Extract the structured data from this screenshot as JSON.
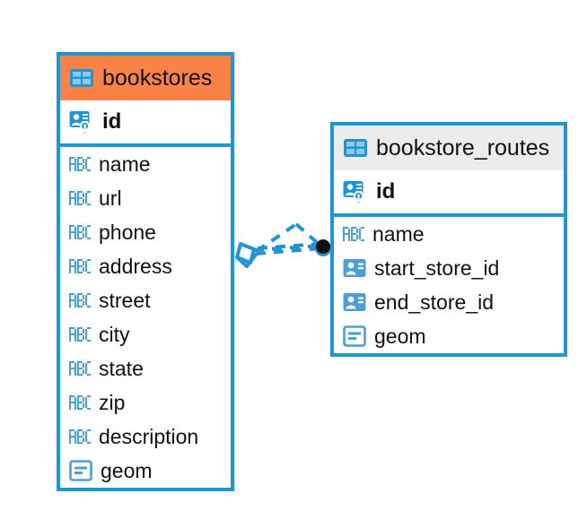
{
  "diagram": {
    "type": "entity-relationship-diagram",
    "background_color": "#ffffff",
    "accent_color": "#1f95d6",
    "highlight_color": "#f98346"
  },
  "entities": [
    {
      "name": "bookstores",
      "header_style": "accent-orange",
      "icon": "table-icon",
      "primary_key": {
        "label": "id",
        "icon": "primary-key-icon",
        "type": "pk"
      },
      "fields": [
        {
          "label": "name",
          "icon": "abc-text-icon",
          "type": "text"
        },
        {
          "label": "url",
          "icon": "abc-text-icon",
          "type": "text"
        },
        {
          "label": "phone",
          "icon": "abc-text-icon",
          "type": "text"
        },
        {
          "label": "address",
          "icon": "abc-text-icon",
          "type": "text"
        },
        {
          "label": "street",
          "icon": "abc-text-icon",
          "type": "text"
        },
        {
          "label": "city",
          "icon": "abc-text-icon",
          "type": "text"
        },
        {
          "label": "state",
          "icon": "abc-text-icon",
          "type": "text"
        },
        {
          "label": "zip",
          "icon": "abc-text-icon",
          "type": "text"
        },
        {
          "label": "description",
          "icon": "abc-text-icon",
          "type": "text"
        },
        {
          "label": "geom",
          "icon": "geometry-icon",
          "type": "geometry"
        }
      ]
    },
    {
      "name": "bookstore_routes",
      "header_style": "accent-gray",
      "icon": "table-icon",
      "primary_key": {
        "label": "id",
        "icon": "primary-key-icon",
        "type": "pk"
      },
      "fields": [
        {
          "label": "name",
          "icon": "abc-text-icon",
          "type": "text"
        },
        {
          "label": "start_store_id",
          "icon": "foreign-key-icon",
          "type": "fk"
        },
        {
          "label": "end_store_id",
          "icon": "foreign-key-icon",
          "type": "fk"
        },
        {
          "label": "geom",
          "icon": "geometry-icon",
          "type": "geometry"
        }
      ]
    }
  ],
  "relationship": {
    "name": "bookstores-to-bookstore-routes",
    "style": "dashed",
    "color": "#1f95d6",
    "source_marker": "crows-foot-diamond",
    "target_marker": "filled-circle"
  }
}
